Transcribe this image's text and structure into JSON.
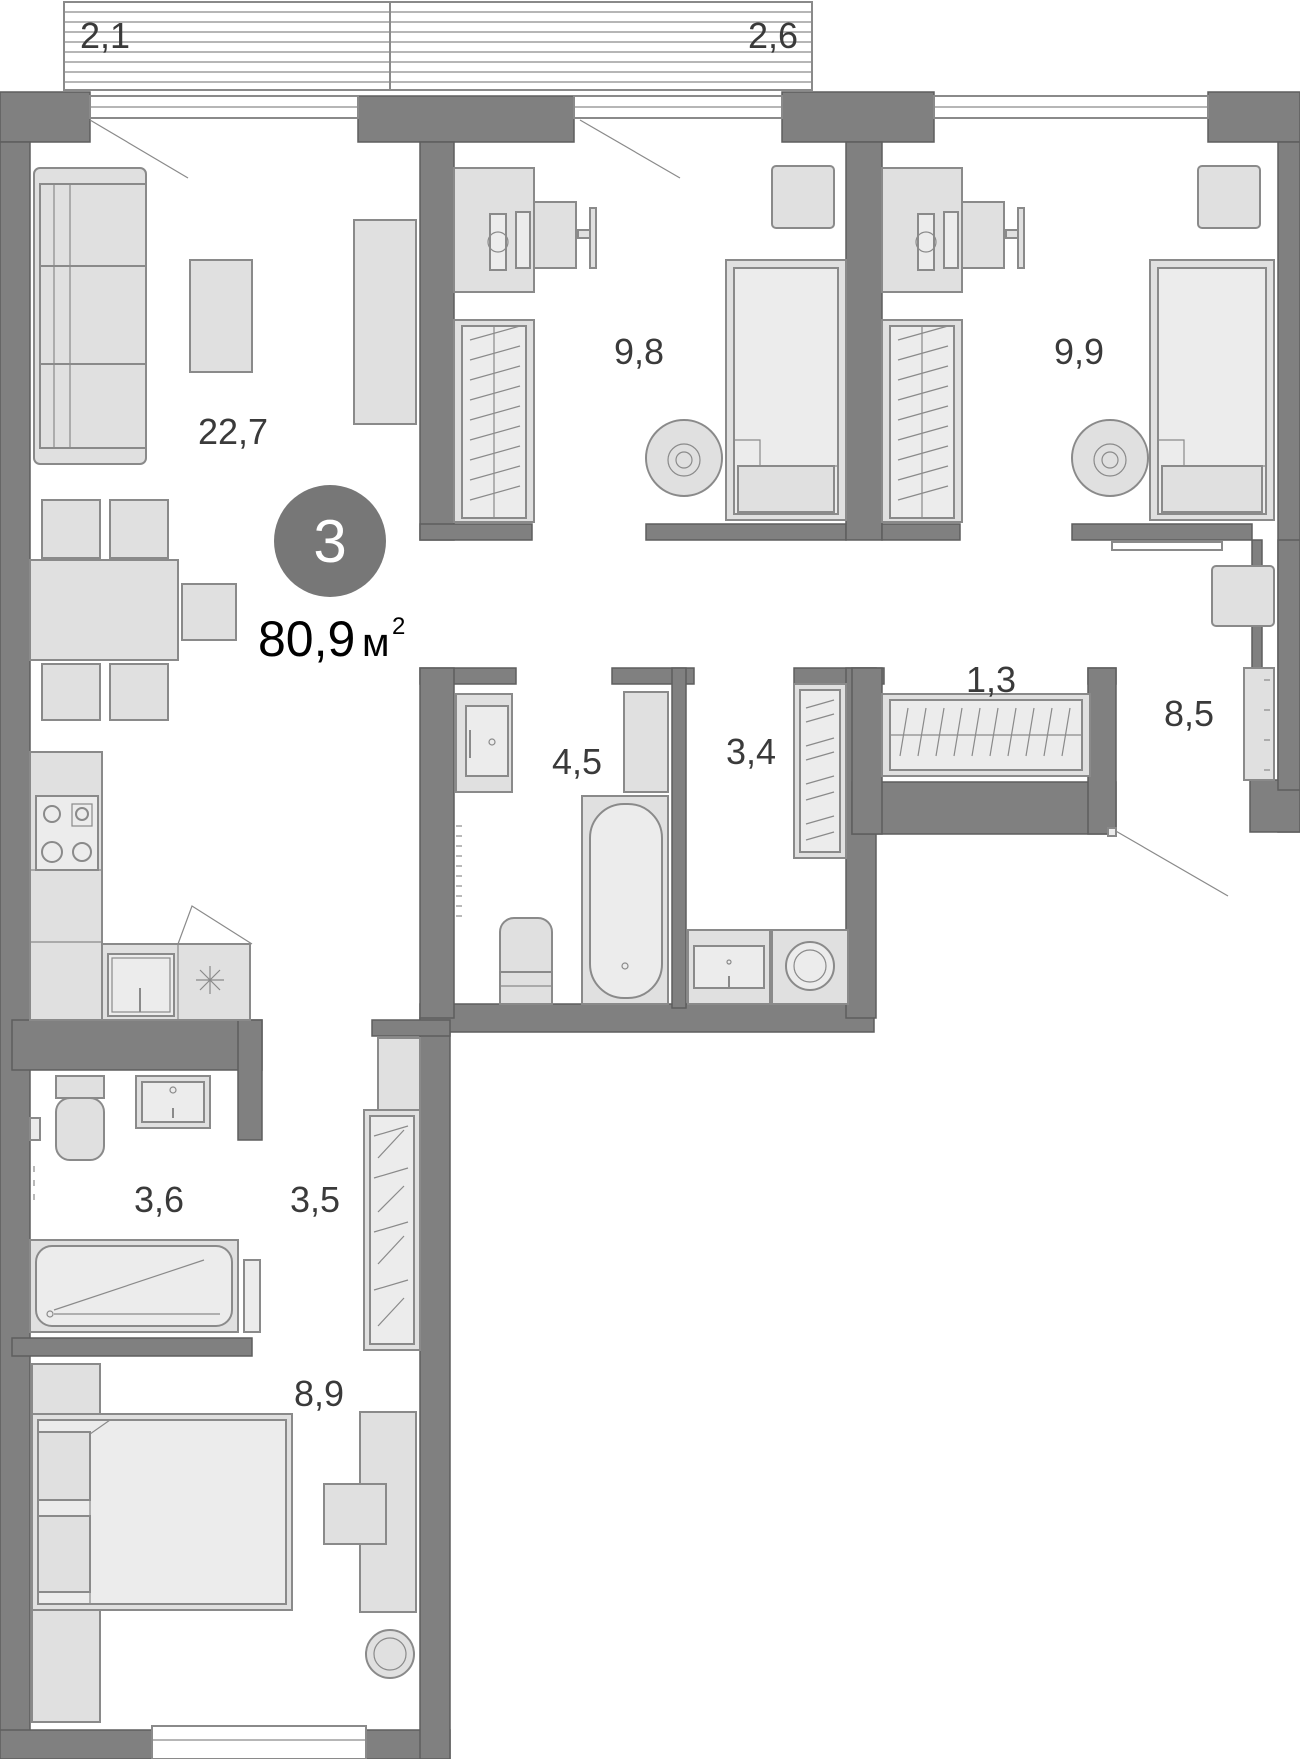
{
  "plan": {
    "rooms_count": "3",
    "total_area": "80,9",
    "area_unit": "м",
    "area_unit_sup": "2",
    "room_areas": {
      "balcony_left": "2,1",
      "balcony_right": "2,6",
      "living_kitchen": "22,7",
      "bedroom_1": "9,8",
      "bedroom_2": "9,9",
      "bathroom_main": "4,5",
      "laundry": "3,4",
      "storage": "1,3",
      "hallway": "8,5",
      "bathroom_small": "3,6",
      "corridor": "3,5",
      "bedroom_3": "8,9"
    }
  },
  "colors": {
    "wall": "#808080",
    "furniture": "#e0e0e0",
    "outline": "#8a8a8a",
    "badge": "#777777"
  }
}
